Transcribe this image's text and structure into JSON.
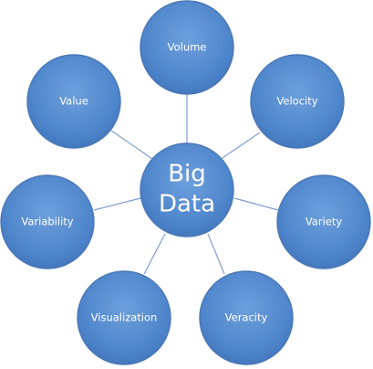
{
  "diagram": {
    "center": {
      "label_line1": "Big",
      "label_line2": "Data"
    },
    "nodes": [
      {
        "label": "Volume"
      },
      {
        "label": "Velocity"
      },
      {
        "label": "Variety"
      },
      {
        "label": "Veracity"
      },
      {
        "label": "Visualization"
      },
      {
        "label": "Variability"
      },
      {
        "label": "Value"
      }
    ]
  },
  "colors": {
    "node_fill": "#4e86cc",
    "node_stroke": "#4a77b6",
    "connector": "#7d9fcf"
  }
}
